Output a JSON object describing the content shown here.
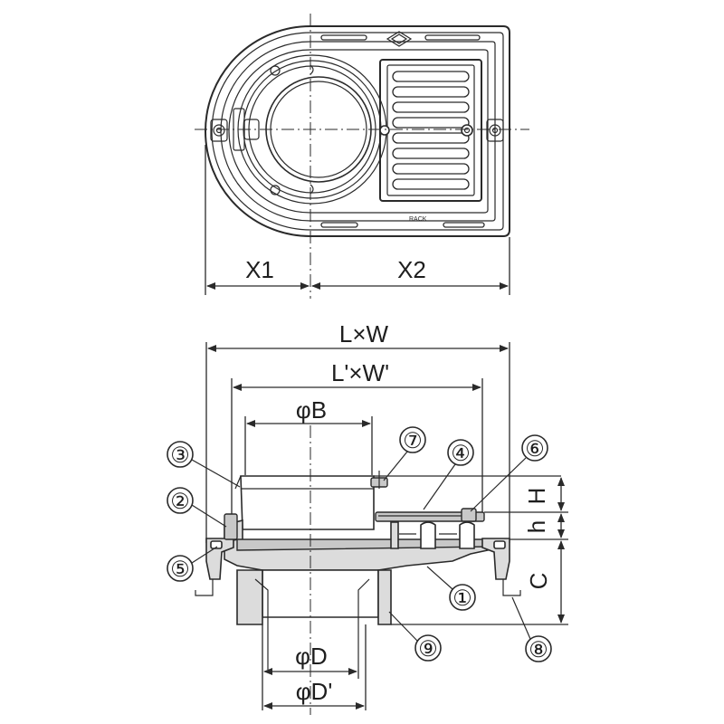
{
  "top_view": {
    "dim_x1": "X1",
    "dim_x2": "X2",
    "mark_text": "RACK"
  },
  "section_view": {
    "dim_lw": "L×W",
    "dim_lw_inner": "L'×W'",
    "dim_b": "φB",
    "dim_d": "φD",
    "dim_d_outer": "φD'",
    "dim_h_upper": "H",
    "dim_h_lower": "h",
    "dim_c": "C"
  },
  "callouts": [
    {
      "number": "①"
    },
    {
      "number": "②"
    },
    {
      "number": "③"
    },
    {
      "number": "④"
    },
    {
      "number": "⑤"
    },
    {
      "number": "⑥"
    },
    {
      "number": "⑦"
    },
    {
      "number": "⑧"
    },
    {
      "number": "⑨"
    }
  ]
}
